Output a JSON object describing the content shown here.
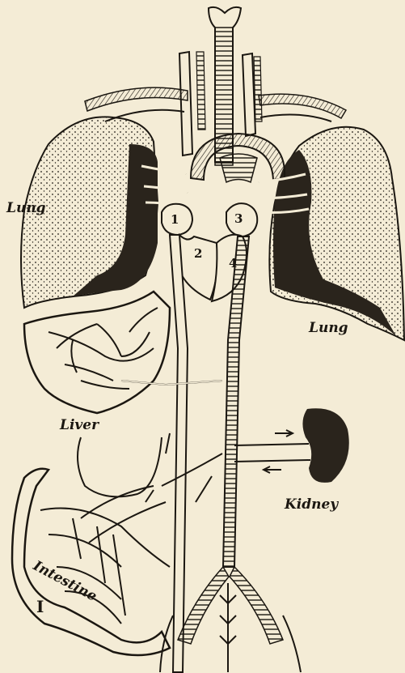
{
  "labels": {
    "lung_left": "Lung",
    "lung_right": "Lung",
    "liver": "Liver",
    "kidney": "Kidney",
    "intestine": "Intestine",
    "figure_mark": "I"
  },
  "chambers": {
    "c1": "1",
    "c2": "2",
    "c3": "3",
    "c4": "4"
  },
  "colors": {
    "paper": "#f4ecd6",
    "ink": "#1b1711",
    "shade": "#2a241c"
  }
}
